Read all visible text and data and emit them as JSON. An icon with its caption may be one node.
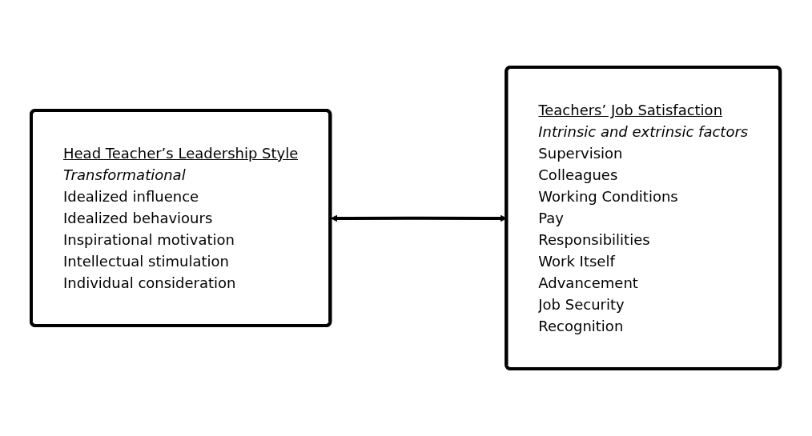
{
  "diagram": {
    "nodes": [
      {
        "text": [
          "Head Teacher’s Leadership Style",
          "Transformational",
          "Idealized influence",
          "Idealized behaviours",
          "Inspirational motivation",
          "Intellectual stimulation",
          "Individual consideration"
        ]
      },
      {
        "text": [
          "Teachers’ Job Satisfaction",
          "Intrinsic and extrinsic factors",
          "Supervision",
          "Colleagues",
          "Working Conditions",
          "Pay",
          "Responsibilities",
          "Work Itself",
          "Advancement",
          "Job Security",
          "Recognition"
        ]
      }
    ],
    "edges": [
      {
        "from": 0,
        "to": 1,
        "arrow": "both"
      }
    ]
  }
}
